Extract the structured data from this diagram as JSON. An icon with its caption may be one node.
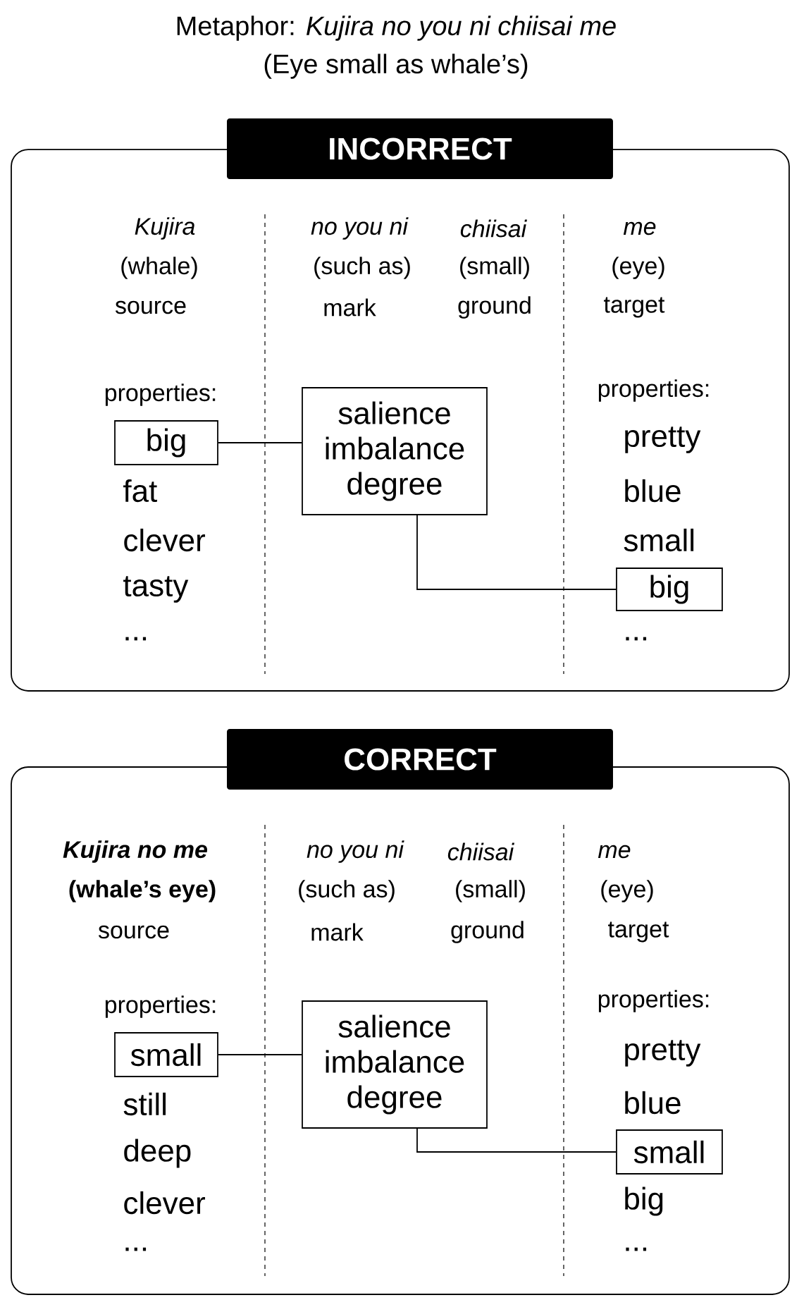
{
  "diagram": {
    "title": "Metaphor: *Kujira no you ni chiisai me*",
    "nodes": [
      {
        "text": [
          "INCORRECT"
        ]
      },
      {
        "text": [
          "big"
        ],
        "in": 0
      },
      {
        "text": [
          "salience imbalance degree"
        ],
        "in": 0
      },
      {
        "text": [
          "big"
        ],
        "in": 0
      },
      {
        "text": [
          "CORRECT"
        ]
      },
      {
        "text": [
          "small"
        ],
        "in": 4
      },
      {
        "text": [
          "salience imbalance degree"
        ],
        "in": 4
      },
      {
        "text": [
          "small"
        ],
        "in": 4
      }
    ],
    "edges": [
      {
        "from": 1,
        "to": 2,
        "arrow": "none"
      },
      {
        "from": 2,
        "to": 3,
        "arrow": "none"
      },
      {
        "from": 5,
        "to": 6,
        "arrow": "none"
      },
      {
        "from": 6,
        "to": 7,
        "arrow": "none"
      }
    ],
    "labels": [
      "(Eye small as whale’s)",
      "Kujira",
      "no you ni",
      "chiisai",
      "me",
      "(whale)",
      "(such as)",
      "(small)",
      "(eye)",
      "source",
      "mark",
      "ground",
      "target",
      "properties:",
      "properties:",
      "pretty",
      "fat",
      "blue",
      "clever",
      "small",
      "tasty",
      "...",
      "...",
      "Kujira no me",
      "no you ni",
      "chiisai",
      "me",
      "(whale’s eye)",
      "(such as)",
      "(small)",
      "(eye)",
      "source",
      "mark",
      "ground",
      "target",
      "properties:",
      "properties:",
      "pretty",
      "still",
      "blue",
      "deep",
      "clever",
      "big",
      "...",
      "..."
    ]
  }
}
